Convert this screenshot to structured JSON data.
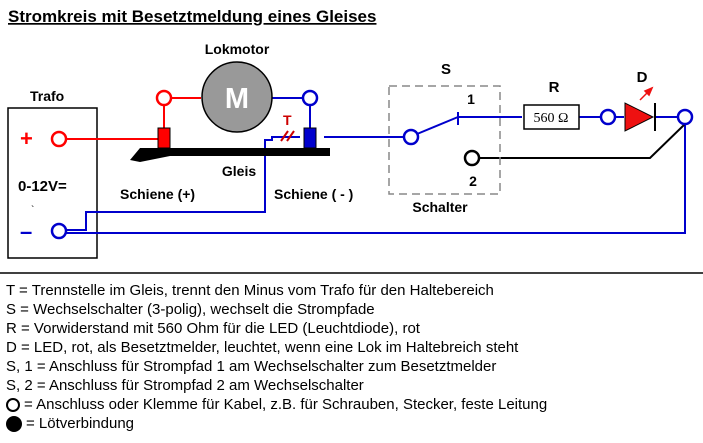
{
  "title": "Stromkreis mit Besetztmeldung eines Gleises",
  "labels": {
    "trafo": "Trafo",
    "plus": "+",
    "minus": "–",
    "voltage": "0-12V=",
    "motor": "Lokmotor",
    "motor_letter": "M",
    "gleis": "Gleis",
    "schiene_plus": "Schiene (+)",
    "schiene_minus": "Schiene ( - )",
    "trennstelle": "T",
    "switch_name": "S",
    "switch_pos1": "1",
    "switch_pos2": "2",
    "schalter": "Schalter",
    "resistor_name": "R",
    "resistor_value": "560 Ω",
    "led_name": "D"
  },
  "colors": {
    "wire": "#0000cc",
    "red": "#ff0000",
    "dark_red": "#cc0000",
    "gleis": "#000000",
    "motor_fill": "#999999",
    "box_dash": "#888888",
    "led": "#ee1111"
  },
  "legend": [
    {
      "symbol": "none",
      "text": "T = Trennstelle im Gleis, trennt den Minus vom Trafo für den Haltebereich"
    },
    {
      "symbol": "none",
      "text": "S = Wechselschalter (3-polig), wechselt die Strompfade"
    },
    {
      "symbol": "none",
      "text": "R = Vorwiderstand mit 560 Ohm für die LED (Leuchtdiode), rot"
    },
    {
      "symbol": "none",
      "text": "D = LED, rot, als Besetztmelder, leuchtet, wenn eine Lok im Haltebreich steht"
    },
    {
      "symbol": "none",
      "text": "S, 1 = Anschluss für Strompfad 1 am Wechselschalter zum  Besetztmelder"
    },
    {
      "symbol": "none",
      "text": "S, 2 = Anschluss für Strompfad 2 am Wechselschalter"
    },
    {
      "symbol": "open-circle-icon",
      "text": " = Anschluss oder Klemme für Kabel, z.B. für Schrauben, Stecker, feste Leitung"
    },
    {
      "symbol": "solid-circle-icon",
      "text": "= Lötverbindung"
    }
  ]
}
